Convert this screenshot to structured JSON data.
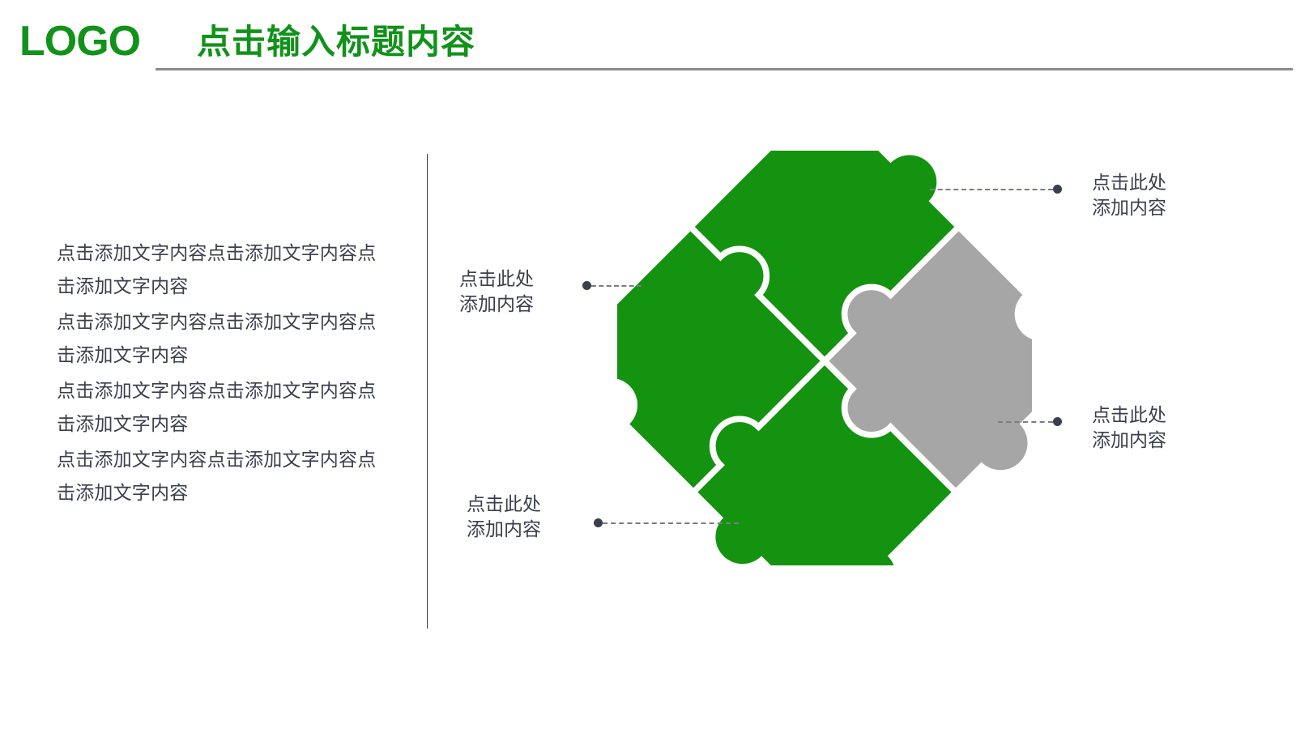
{
  "header": {
    "logo": "LOGO",
    "title": "点击输入标题内容",
    "accent_color": "#11921a",
    "rule_color": "#8c8c8c"
  },
  "body": {
    "paragraphs": [
      "点击添加文字内容点击添加文字内容点击添加文字内容",
      "点击添加文字内容点击添加文字内容点击添加文字内容",
      "点击添加文字内容点击添加文字内容点击添加文字内容",
      "点击添加文字内容点击添加文字内容点击添加文字内容"
    ],
    "text_color": "#3b3f4c"
  },
  "diagram": {
    "type": "puzzle-4-piece",
    "rotation_degrees": 45,
    "piece_colors": {
      "top": "#149310",
      "left": "#149310",
      "bottom": "#149310",
      "right": "#a6a6a6"
    },
    "gap_color": "#ffffff",
    "callouts": [
      {
        "position": "top-right",
        "line1": "点击此处",
        "line2": "添加内容",
        "target_piece": "top"
      },
      {
        "position": "right",
        "line1": "点击此处",
        "line2": "添加内容",
        "target_piece": "right"
      },
      {
        "position": "left",
        "line1": "点击此处",
        "line2": "添加内容",
        "target_piece": "left"
      },
      {
        "position": "bottom",
        "line1": "点击此处",
        "line2": "添加内容",
        "target_piece": "bottom"
      }
    ],
    "connector_color": "#3b3f4c",
    "connector_line_color": "#7a7d88"
  }
}
